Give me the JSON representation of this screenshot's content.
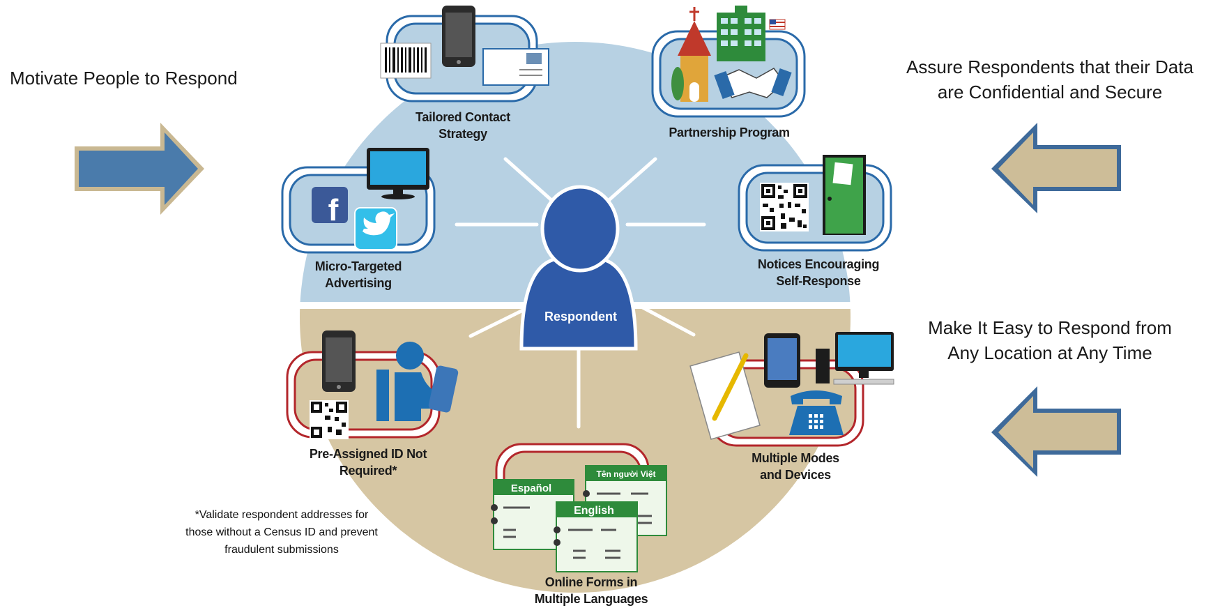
{
  "goals": {
    "motivate": "Motivate People to Respond",
    "assure_line1": "Assure Respondents that their Data",
    "assure_line2": "are Confidential and Secure",
    "easy_line1": "Make It Easy to Respond from",
    "easy_line2": "Any Location at Any Time"
  },
  "center": {
    "label": "Respondent"
  },
  "strategies": {
    "tailored": [
      "Tailored Contact",
      "Strategy"
    ],
    "partnership": [
      "Partnership Program"
    ],
    "micro": [
      "Micro-Targeted",
      "Advertising"
    ],
    "notices": [
      "Notices Encouraging",
      "Self-Response"
    ],
    "preassigned": [
      "Pre-Assigned ID Not",
      "Required*"
    ],
    "modes": [
      "Multiple Modes",
      "and Devices"
    ],
    "online": [
      "Online Forms in",
      "Multiple Languages"
    ]
  },
  "forms": {
    "spanish": "Español",
    "vietnamese": "Tên người Việt",
    "english": "English"
  },
  "footnote": {
    "line1": "*Validate respondent addresses for",
    "line2": "those without a Census ID and prevent",
    "line3": "fraudulent submissions"
  },
  "colors": {
    "top_half": "#b7d1e3",
    "bottom_half": "#d6c6a3",
    "respondent": "#2f5aa8",
    "arrow_blue": "#4a7bab",
    "arrow_tan": "#cdbd98",
    "card_blue": "#2a6aa9",
    "card_red": "#b3262b",
    "form_green": "#2e8b3b"
  }
}
